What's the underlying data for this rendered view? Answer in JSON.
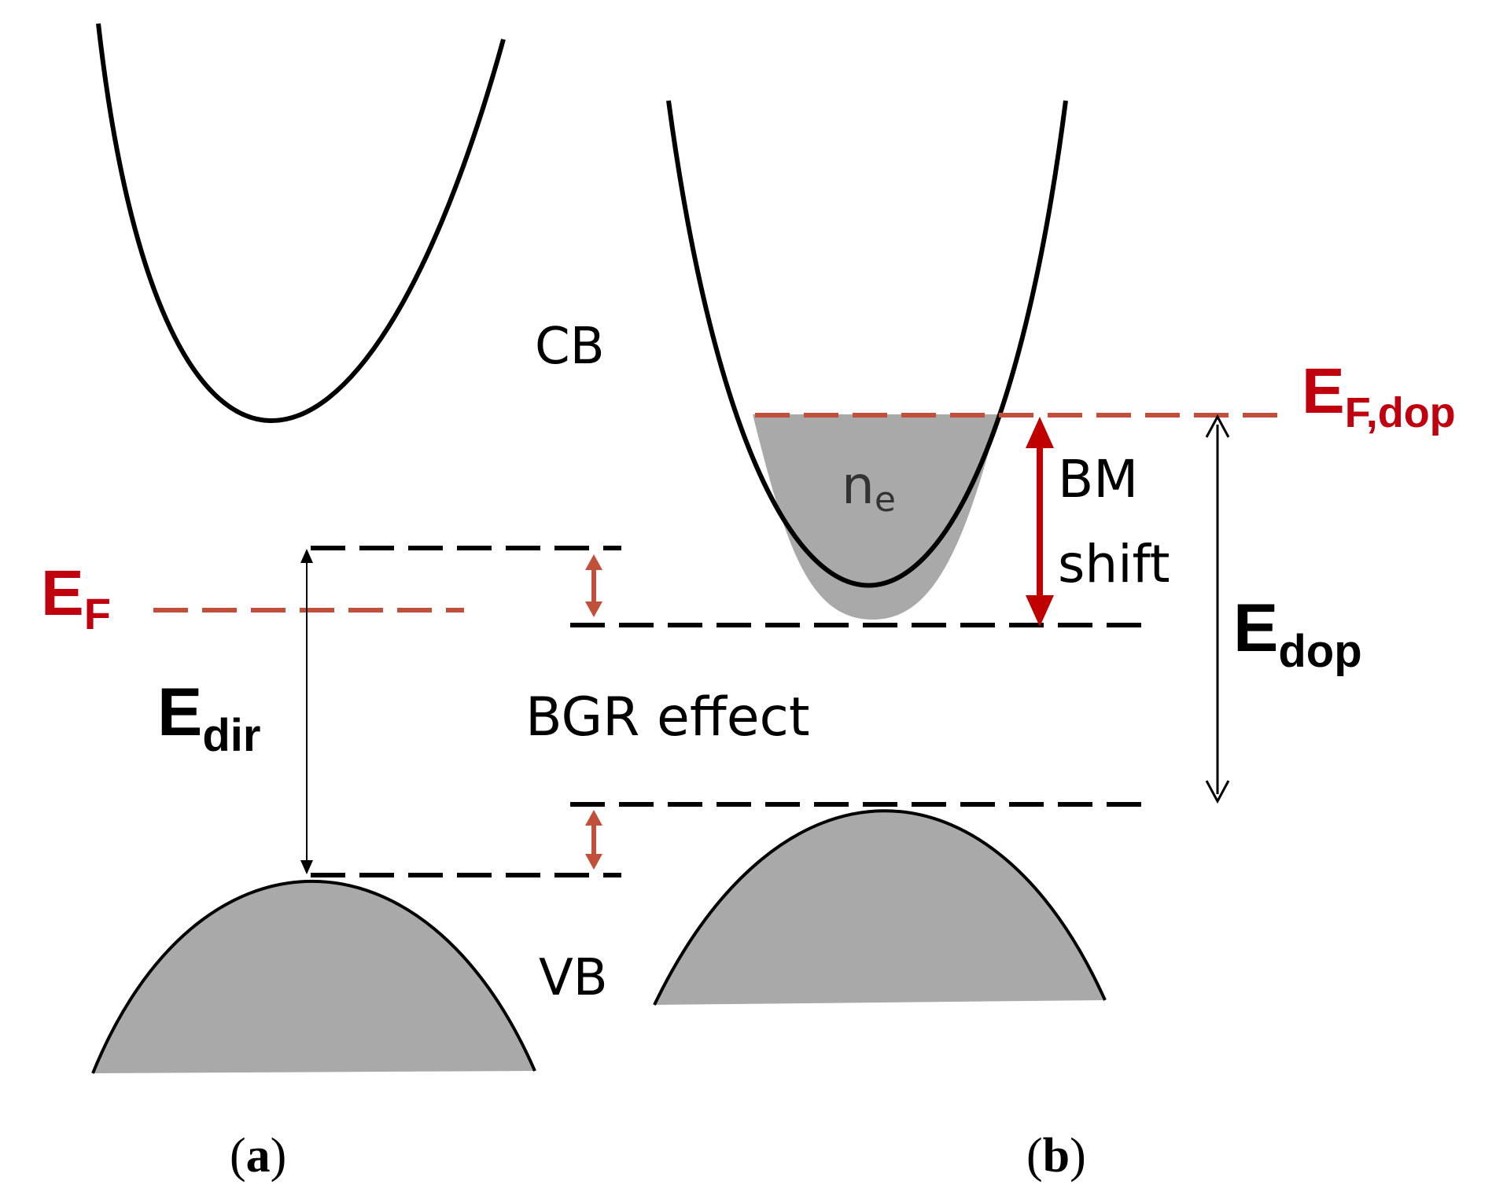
{
  "colors": {
    "line": "#000000",
    "fill": "#a9a9a9",
    "fermi_red": "#c0000f",
    "level_orange": "#c0503a",
    "shift_red": "#c00000"
  },
  "labels": {
    "cb": "CB",
    "vb": "VB",
    "bgr": "BGR effect",
    "bm_line1": "BM",
    "bm_line2": "shift",
    "ne_main": "n",
    "ne_sub": "e",
    "ef_main": "E",
    "ef_sub": "F",
    "efdop_main": "E",
    "efdop_sub": "F,dop",
    "edir_main": "E",
    "edir_sub": "dir",
    "edop_main": "E",
    "edop_sub": "dop",
    "caption_a_open": "(",
    "caption_a_letter": "a",
    "caption_a_close": ")",
    "caption_b_open": "(",
    "caption_b_letter": "b",
    "caption_b_close": ")"
  }
}
